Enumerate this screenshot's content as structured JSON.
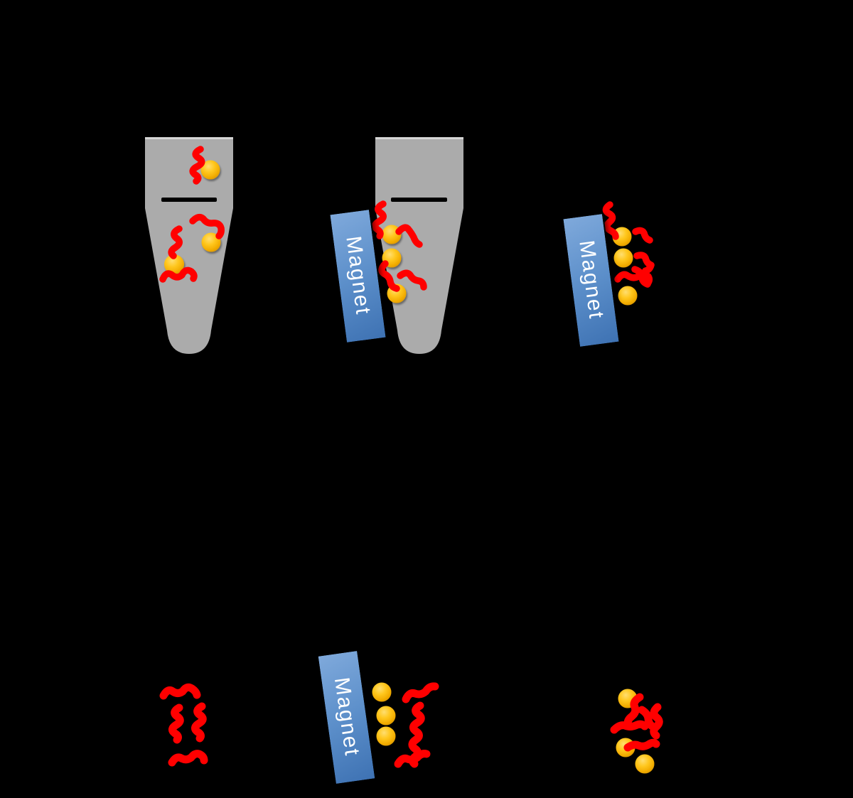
{
  "background": "#000000",
  "magnets": [
    {
      "label": "Magnet"
    },
    {
      "label": "Magnet"
    },
    {
      "label": "Magnet"
    }
  ],
  "colors": {
    "tube_body": "#ABABAB",
    "tube_rim": "#DDDDDD",
    "liquid_line": "#000000",
    "bead_highlight": "#FFDE70",
    "bead_main": "#FFC000",
    "bead_shade": "#D28F00",
    "rna": "#FF0000",
    "magnet_light": "#7FA9DB",
    "magnet_dark": "#3E72B3",
    "magnet_border": "#000000",
    "magnet_text": "#FFFFFF"
  }
}
